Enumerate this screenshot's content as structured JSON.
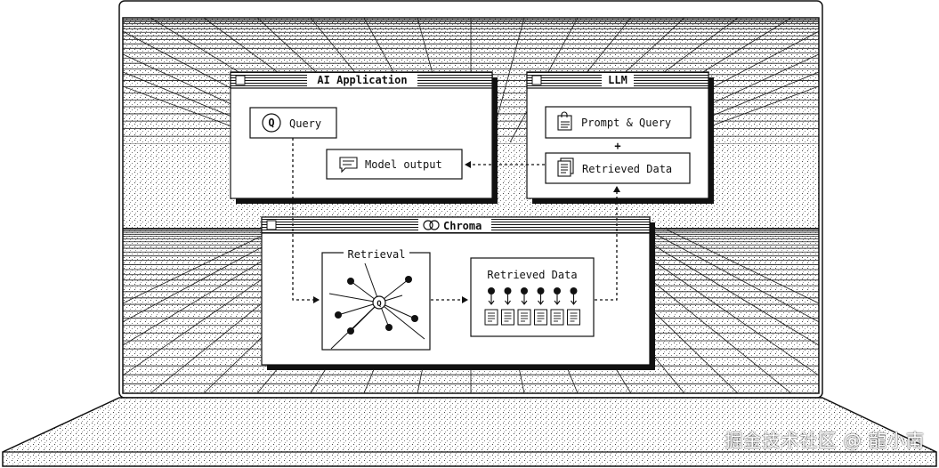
{
  "windows": {
    "ai_app": {
      "title": "AI Application"
    },
    "llm": {
      "title": "LLM"
    },
    "chroma": {
      "title": "Chroma"
    }
  },
  "nodes": {
    "query": "Query",
    "model_output": "Model output",
    "prompt_query": "Prompt & Query",
    "plus": "+",
    "retrieved_data_llm": "Retrieved Data",
    "retrieval": "Retrieval",
    "retrieval_center": "Q",
    "retrieved_data_chroma": "Retrieved Data"
  },
  "icons": {
    "query": "Q",
    "model_output": "chat-bubble-icon",
    "prompt_query": "lock-document-icon",
    "retrieved_data": "documents-icon",
    "chroma": "chroma-logo-icon"
  },
  "watermark": "掘金技术社区 @ 龍小南",
  "colors": {
    "ink": "#111111",
    "paper": "#ffffff",
    "grid": "#1a1a1a"
  }
}
